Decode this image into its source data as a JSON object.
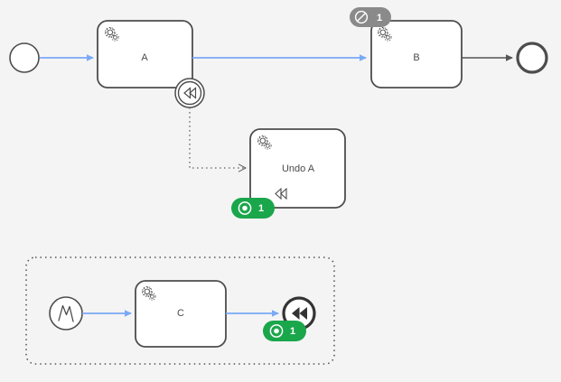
{
  "diagram": {
    "type": "bpmn-process-diagram",
    "background_color": "#f4f4f4",
    "colors": {
      "shape_stroke": "#4d4d4d",
      "shape_fill": "#ffffff",
      "sequence_flow_active": "#7aa9f7",
      "sequence_flow_default": "#555555",
      "label_text": "#4a4a4a",
      "badge_green": "#1aa64b",
      "badge_green_text": "#ffffff",
      "badge_gray": "#8a8a8a",
      "badge_gray_text": "#ffffff",
      "association_dotted": "#666666"
    },
    "main_process": {
      "start_event": {
        "name": "start-event",
        "label": ""
      },
      "tasks": [
        {
          "id": "task-a",
          "label": "A",
          "marker": "service-task-gear"
        },
        {
          "id": "task-b",
          "label": "B",
          "marker": "service-task-gear"
        }
      ],
      "boundary_event": {
        "id": "compensation-boundary-event",
        "marker": "compensation-rewind",
        "attached_to": "A"
      },
      "end_event": {
        "name": "end-event",
        "label": ""
      }
    },
    "compensation_handler": {
      "task": {
        "id": "task-undo-a",
        "label": "Undo A",
        "marker": "service-task-gear",
        "compensation_marker": "compensation-rewind"
      },
      "badge": {
        "icon": "token-circle-icon",
        "count": "1",
        "color": "#1aa64b"
      }
    },
    "event_subprocess": {
      "border": "dotted",
      "start_event": {
        "id": "error-start-event",
        "marker": "error-zigzag"
      },
      "task": {
        "id": "task-c",
        "label": "C",
        "marker": "service-task-gear"
      },
      "end_event": {
        "id": "compensation-end-event",
        "marker": "compensation-rewind-filled"
      },
      "badge": {
        "icon": "token-circle-icon",
        "count": "1",
        "color": "#1aa64b"
      }
    },
    "task_b_badge": {
      "icon": "cancel-circle-icon",
      "count": "1",
      "color": "#8a8a8a"
    }
  }
}
